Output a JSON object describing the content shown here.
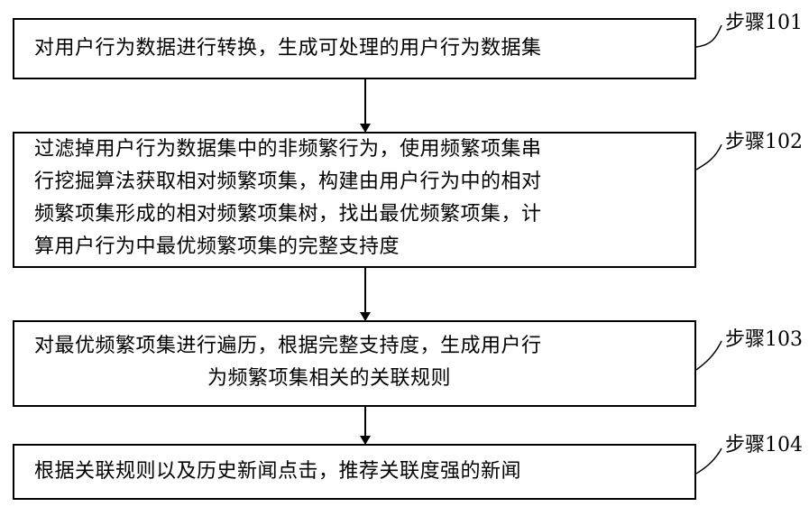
{
  "steps": [
    {
      "label": "步骤101",
      "lines": [
        "对用户行为数据进行转换，生成可处理的用户行为数据集"
      ]
    },
    {
      "label": "步骤102",
      "lines": [
        "过滤掉用户行为数据集中的非频繁行为，使用频繁项集串",
        "行挖掘算法获取相对频繁项集，构建由用户行为中的相对",
        "频繁项集形成的相对频繁项集树，找出最优频繁项集，计",
        "算用户行为中最优频繁项集的完整支持度"
      ]
    },
    {
      "label": "步骤103",
      "lines": [
        "对最优频繁项集进行遍历，根据完整支持度，生成用户行",
        "为频繁项集相关的关联规则"
      ]
    },
    {
      "label": "步骤104",
      "lines": [
        "根据关联规则以及历史新闻点击，推荐关联度强的新闻"
      ]
    }
  ]
}
